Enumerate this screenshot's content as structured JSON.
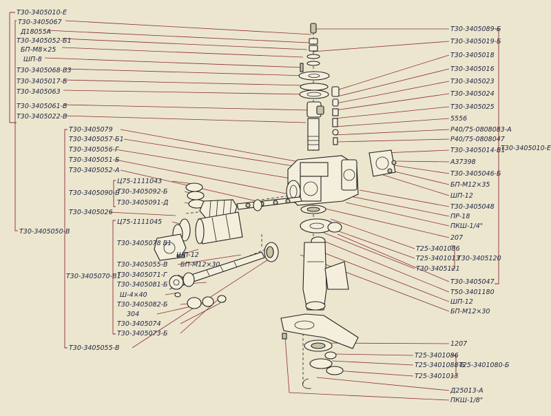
{
  "labels": {
    "l01": "Т30-3405010-Е",
    "l02": "Т30-3405067",
    "l03": "Д18055А",
    "l04": "Т30-3405052-Б1",
    "l05": "БП-М8×25",
    "l06": "ШП-8",
    "l07": "Т30-3405068-В3",
    "l08": "Т30-3405017-Б",
    "l09": "Т30-3405063",
    "l10": "Т30-3405061-В",
    "l11": "Т30-3405022-В",
    "l12": "Т30-3405079",
    "l13": "Т30-3405057-Б1",
    "l14": "Т30-3405056-Г",
    "l15": "Т30-3405051-Б",
    "l16": "Т30-3405052-А",
    "l17": "Ц75-1111043",
    "l18": "Т30-3405090-Б",
    "l19": "Т30-3405092-Б",
    "l20": "Т30-3405091-Д",
    "l21": "Т30-3405026",
    "l22": "Т30-3405050-В",
    "l23": "Ц75-1111045",
    "l24": "Т30-3405078 В1",
    "l25": "ШП-12",
    "l26": "Т30-3405055-В",
    "l27": "БП-М12×30",
    "l28": "Т30-3405071-Г",
    "l29": "Т30-3405070-В1",
    "l30": "Т30-3405081-Б",
    "l31": "Ш-4×40",
    "l32": "Т30-3405082-Б",
    "l33": "304",
    "l34": "Т30-3405074",
    "l35": "Т30-3405073-Б",
    "l36": "Т30-3405055-В",
    "r01": "Т30-3405089-Б",
    "r02": "Т30-3405019-Б",
    "r03": "Т30-3405018",
    "r04": "Т30-3405016",
    "r05": "Т30-3405023",
    "r06": "Т30-3405024",
    "r07": "Т30-3405025",
    "r08": "5556",
    "r09": "Р40/75-0808083-А",
    "r10": "Р40/75-0808047",
    "r11": "Т30-3405014-В1",
    "r12": "Т30-3405010-Е",
    "r13": "А37398",
    "r14": "Т30-3405046-Б",
    "r15": "БП-М12×35",
    "r16": "ШП-12",
    "r17": "Т30-3405048",
    "r18": "ПР-18",
    "r19": "ПКШ-1/4\"",
    "r20": "207",
    "r21": "Т25-3401086",
    "r22": "Т25-3401013",
    "r23": "Т30-3405121",
    "r24": "Т30-3405120",
    "r25": "Т30-3405047",
    "r26": "Т50-3401180",
    "r27": "ШП-12",
    "r28": "БП-М12×30",
    "r29": "1207",
    "r30": "Т25-3401086",
    "r31": "Т25-3401088-Б",
    "r32": "Т25-3401080-Б",
    "r33": "Т25-3401013",
    "r34": "Д25013-А",
    "r35": "ПКШ-1/8\""
  }
}
